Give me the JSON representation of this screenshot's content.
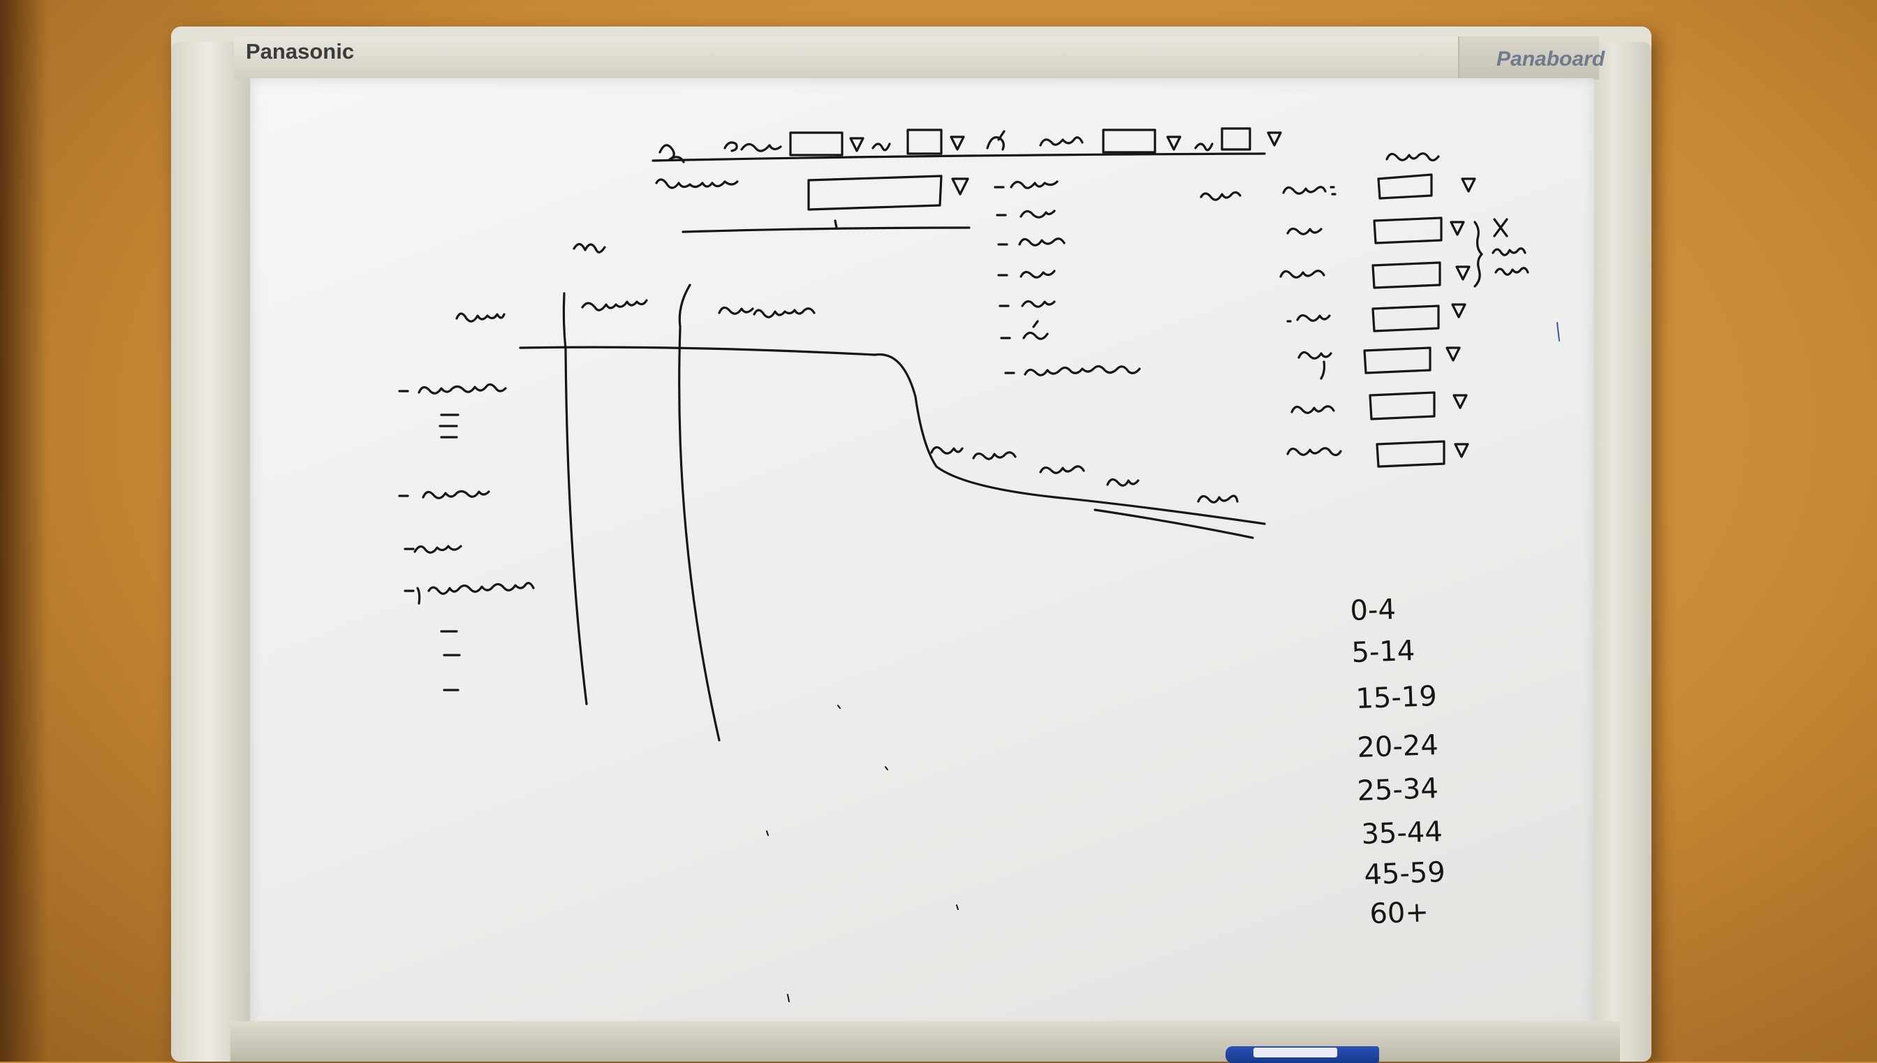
{
  "board": {
    "brand_left": "Panasonic",
    "brand_right": "Panaboard"
  },
  "age_groups": [
    "0-4",
    "5-14",
    "15-19",
    "20-24",
    "25-34",
    "35-44",
    "45-59",
    "60+"
  ],
  "colors": {
    "wall": "#c98a34",
    "frame": "#dcd9cd",
    "board_surface": "#f2f2f0",
    "ink": "#161616",
    "marker": "#1f44a0"
  }
}
